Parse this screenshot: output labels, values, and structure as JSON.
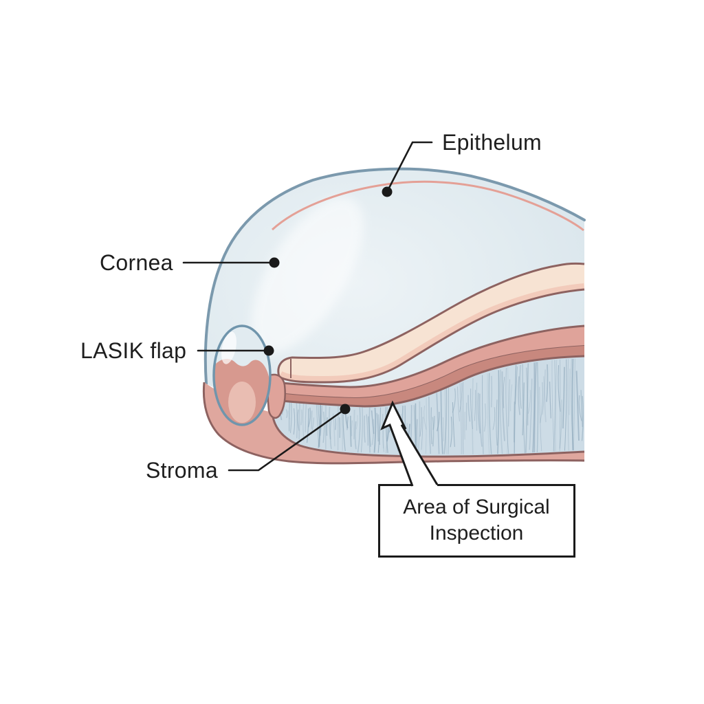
{
  "figure": {
    "labels": {
      "epithelium": "Epithelum",
      "cornea": "Cornea",
      "lasik_flap": "LASIK flap",
      "stroma": "Stroma"
    },
    "callout": {
      "line1": "Area of Surgical",
      "line2": "Inspection"
    }
  },
  "colors": {
    "background": "#ffffff",
    "text": "#1e1e1e",
    "annotation": "#1a1a1a",
    "dome_light": "#edf3f6",
    "dome_mid": "#e1ebf0",
    "dome_edge": "#d7e3ea",
    "dome_outline": "#7b99ad",
    "epithelium_line": "#e4a096",
    "flap_fill": "#f7e3d3",
    "flap_stripe": "#f2cbbb",
    "outline_dark": "#8d6260",
    "band_pink": "#dfa39a",
    "band_mauve": "#c8887e",
    "stroma_fill": "#cddce6",
    "stroma_fiber": "#86a1b5",
    "bottom_band": "#dfa79e",
    "hinge_pink": "#d7998f",
    "hinge_pink_light": "#ecc3b8",
    "hinge_shadow": "#c4837a",
    "hinge_outline": "#7095ac",
    "highlight": "#ffffff"
  }
}
